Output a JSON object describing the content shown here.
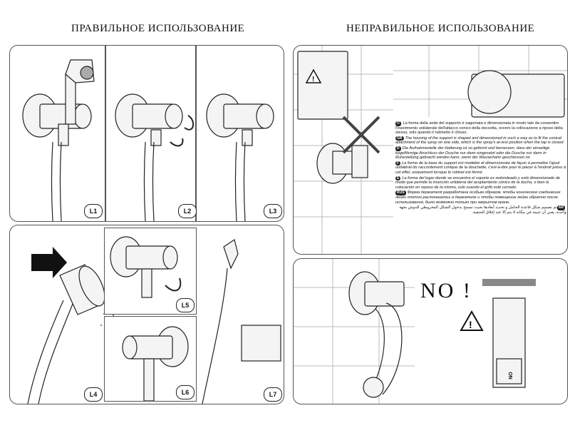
{
  "headings": {
    "correct": "ПРАВИЛЬНОЕ ИСПОЛЬЗОВАНИЕ",
    "incorrect": "НЕПРАВИЛЬНОЕ ИСПОЛЬЗОВАНИЕ"
  },
  "labels": {
    "l1": "L1",
    "l2": "L2",
    "l3": "L3",
    "l4": "L4",
    "l5": "L5",
    "l6": "L6",
    "l7": "L7"
  },
  "no_text": "NO !",
  "no_mark": "NO",
  "lang_codes": {
    "it": "IT",
    "gb": "GB",
    "d": "D",
    "f": "F",
    "e": "E",
    "rus": "RUS",
    "ar": "AR"
  },
  "texts": {
    "it": "La forma della sede del supporto è sagomata e dimensionata in modo tale da consentire l'inserimento unilaterale dell'attacco conico della doccetta, ovvero la collocazione a riposo della stessa, solo quando il rubinetto è chiuso.",
    "gb": "The housing of the support is shaped and dimensioned in such a way as to fit the conical attachment of the spray on one side, which is the spray's at-rest position when the tap is closed.",
    "d": "Die Aufnahmestelle der Halterung ist so geformt und bemessen, dass der einseitige kegelförmige Anschluss der Dusche nur dann eingesetzt oder die Dusche nur dann in Ruhestellung gebracht werden kann, wenn der Wasserhahn geschlossen ist.",
    "f": "La forme de la base du support est modelée et dimensionnée de façon à permettre l'ajout unilatéral du raccordement conique de la douchette, c'est-à-dire pour le placer à l'endroit prévu à cet effet, uniquement lorsque le robinet est fermé.",
    "e": "La forma del lugar donde se encuentra el soporte es redondeado y está dimensionado de modo que permite la inserción unilateral del acoplamiento cónico de la ducha, o bien la colocación en reposo de la misma, solo cuando el grifo esté cerrado.",
    "rus": "Форма держателя разработана особым образом, чтобы коническое соединение лейки плотно располагалось в держателе и чтобы помещение лейки обратно после использования, было возможно только при закрытом кране.",
    "ar": "تم تصميم شكل قاعدة الحامل و تحديد أبعادها بحيث تسمح بدخول الشكل المخروطي للدوش بجهة واحدة، يعني أن تثبيته في مكانه لا يتم إلا عند إغلاق الحنفية."
  }
}
